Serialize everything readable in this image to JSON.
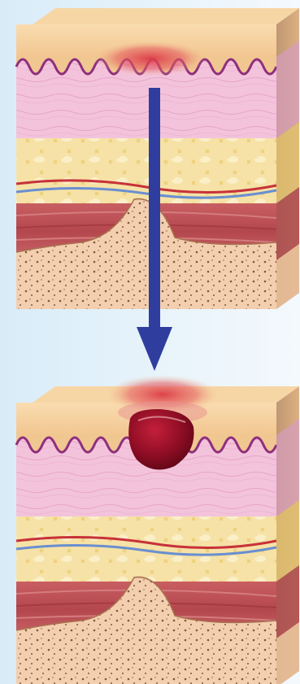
{
  "illustration": {
    "panels": [
      {
        "id": "before",
        "layers": [
          "epidermis",
          "dermis",
          "blood-vessels",
          "subcutaneous-fat",
          "muscle",
          "bone"
        ],
        "lesion": "surface-redness"
      },
      {
        "id": "after",
        "layers": [
          "epidermis",
          "dermis",
          "blood-vessels",
          "subcutaneous-fat",
          "muscle",
          "bone"
        ],
        "lesion": "deep-tissue-injury"
      }
    ],
    "arrow": {
      "direction": "down",
      "meaning": "pressure-progression"
    },
    "colors": {
      "background": "#e3f0f9",
      "epidermis_top": "#f6d3a2",
      "dermis": "#f1bcd6",
      "dermal_border": "#8e2f7d",
      "fat": "#f0da8a",
      "muscle": "#b94f55",
      "bone": "#f3cfb0",
      "redness": "#e0464f",
      "wound": "#8a0f24",
      "arrow": "#2f3e9e",
      "artery": "#c7323a",
      "vein": "#6a8fd0"
    }
  }
}
